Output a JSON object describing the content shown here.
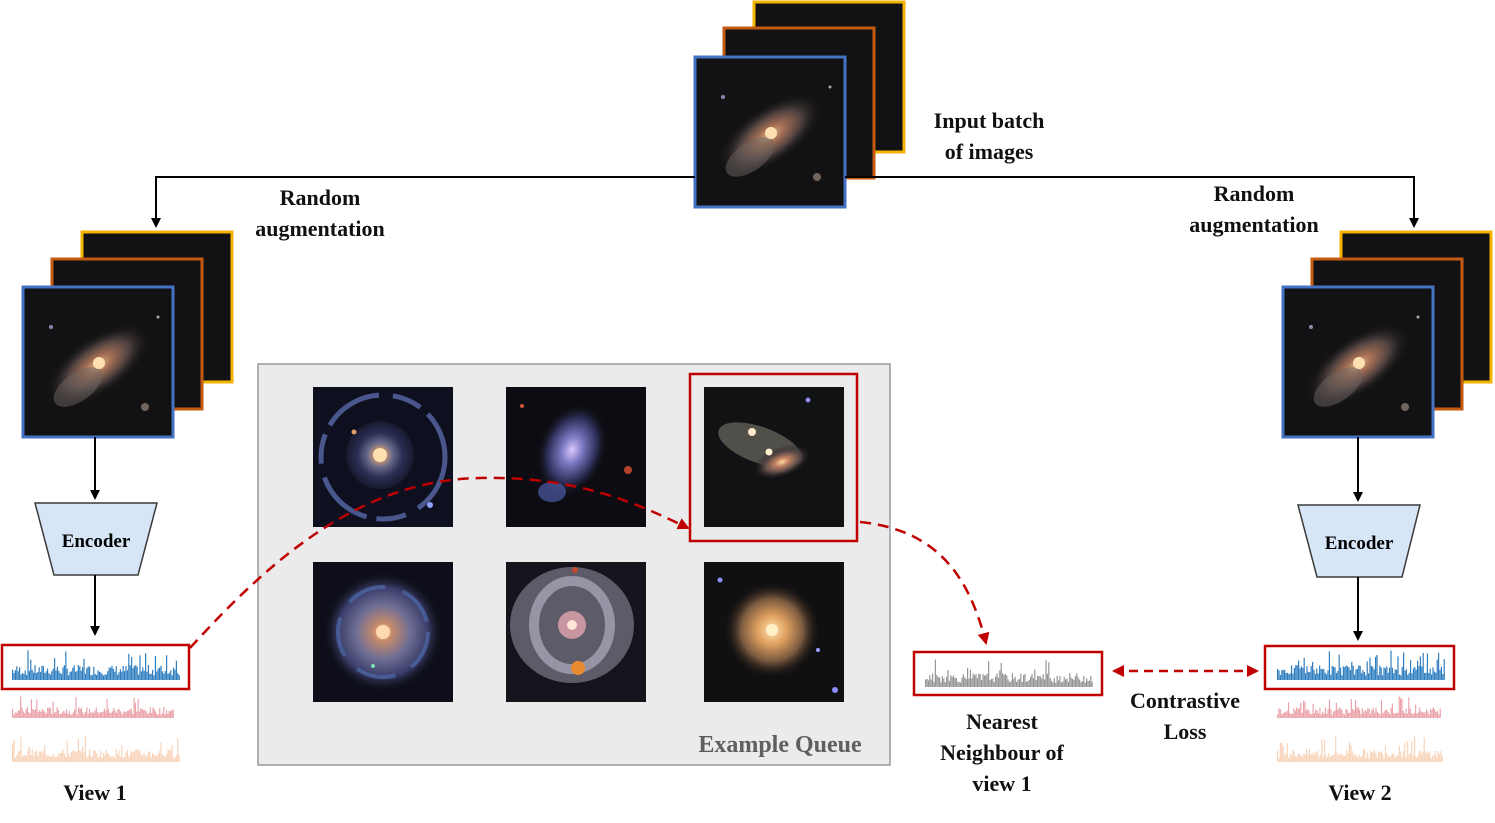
{
  "input_label": "Input batch\nof images",
  "aug_left_label": "Random\naugmentation",
  "aug_right_label": "Random\naugmentation",
  "encoder_left_label": "Encoder",
  "encoder_right_label": "Encoder",
  "queue_title": "Example Queue",
  "view1_label": "View 1",
  "view2_label": "View 2",
  "nn_label": "Nearest\nNeighbour of\nview 1",
  "loss_label": "Contrastive\nLoss",
  "colors": {
    "frame_blue": "#4472c4",
    "frame_orange": "#c55a11",
    "frame_yellow": "#f4b400",
    "highlight_red": "#c00000",
    "encoder_fill": "#d6e6f7",
    "queue_bg": "#ebebeb",
    "feat_blue": "#2f7ec0",
    "feat_pink": "#e69099",
    "feat_peach": "#f6c9a8",
    "feat_gray": "#8a8a8a"
  }
}
